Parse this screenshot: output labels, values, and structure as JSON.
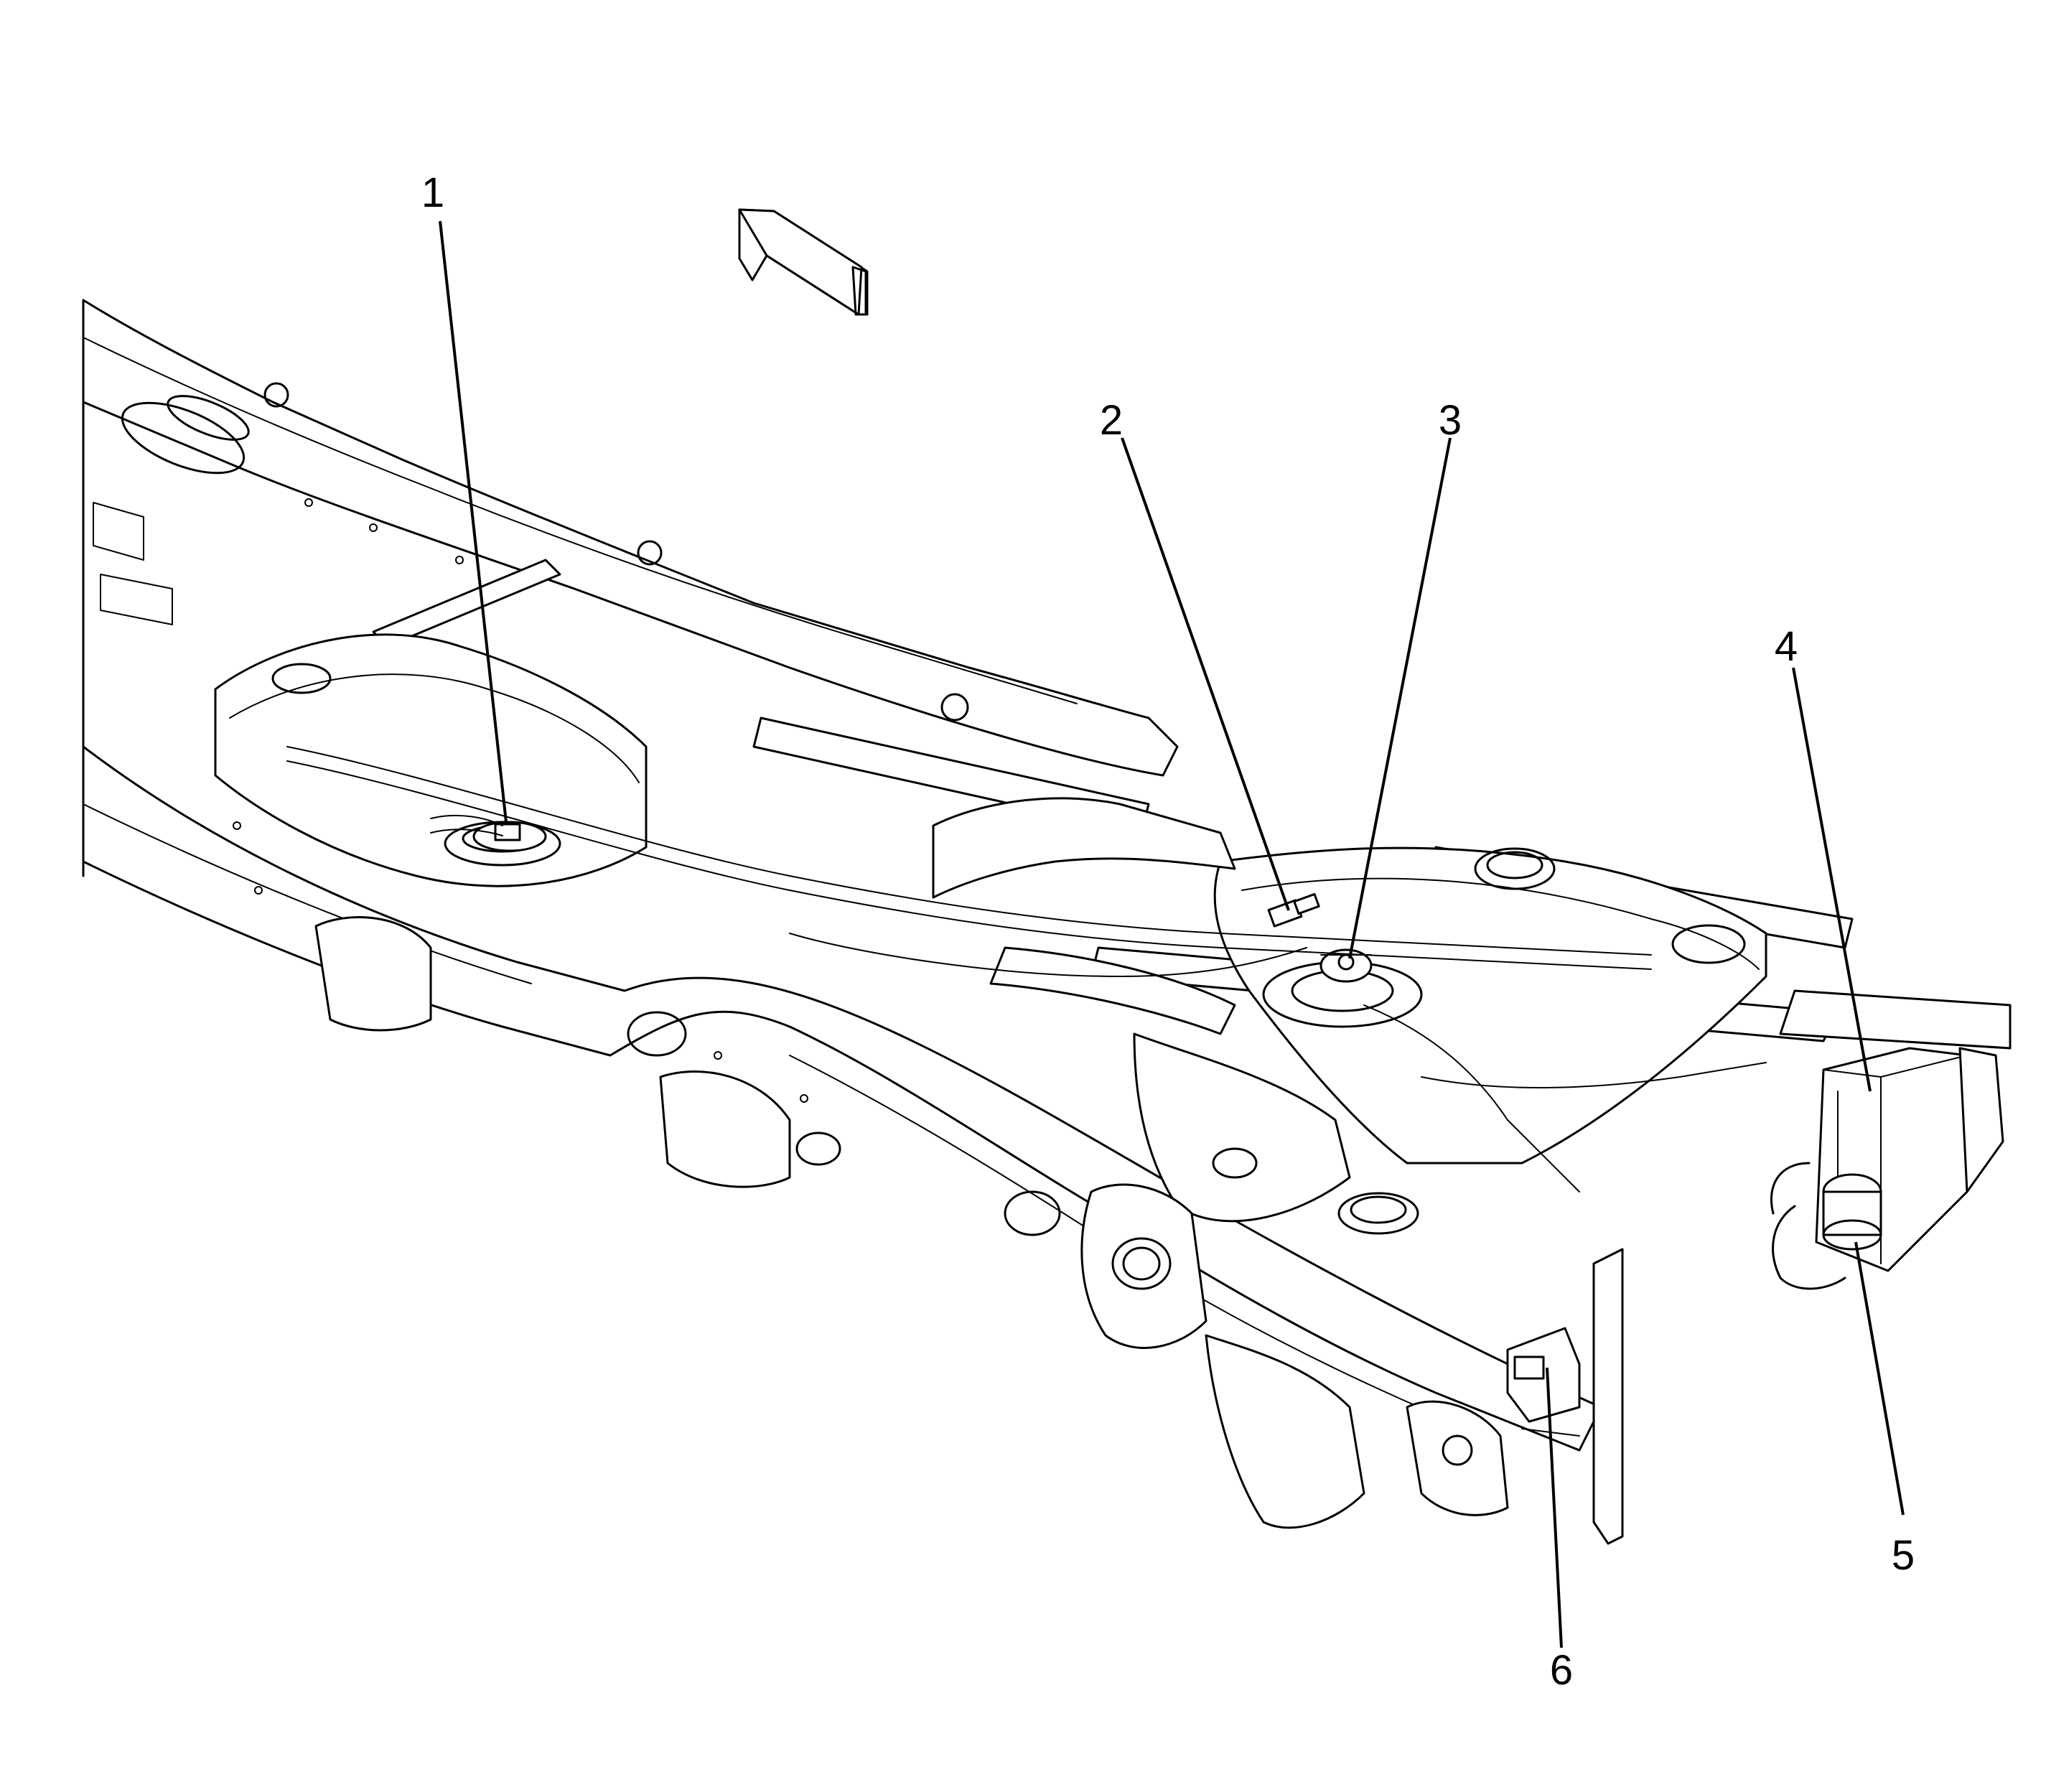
{
  "diagram": {
    "callouts": [
      {
        "number": "1"
      },
      {
        "number": "2"
      },
      {
        "number": "3"
      },
      {
        "number": "4"
      },
      {
        "number": "5"
      },
      {
        "number": "6"
      }
    ]
  },
  "colors": {
    "ink": "#000000",
    "background": "#ffffff"
  }
}
